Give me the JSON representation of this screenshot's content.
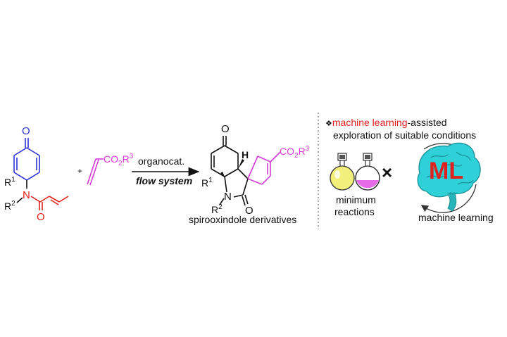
{
  "colors": {
    "ink": "#111111",
    "blue": "#2a2fd6",
    "red": "#e0201c",
    "magenta": "#d63bd6",
    "flask_yellow": "#f2f07a",
    "flask_pink": "#e56be8",
    "brain": "#2fd0d8",
    "ml_text": "#e0201c",
    "divider": "#7a7a7a"
  },
  "reactant1": {
    "carbonyl_o": "O",
    "r1": "R",
    "r1_sup": "1",
    "n": "N",
    "r2": "R",
    "r2_sup": "2",
    "amide_o": "O"
  },
  "plus": "+",
  "reactant2": {
    "ester": "CO",
    "ester_sub": "2",
    "ester_r": "R",
    "ester_sup": "3"
  },
  "arrow": {
    "above": "organocat.",
    "below": "flow system"
  },
  "product": {
    "ketone_o": "O",
    "h": "H",
    "r1": "R",
    "r1_sup": "1",
    "n": "N",
    "r2": "R",
    "r2_sup": "2",
    "lactam_o": "O",
    "ester": "CO",
    "ester_sub": "2",
    "ester_r": "R",
    "ester_sup": "3",
    "caption": "spirooxindole derivatives"
  },
  "right_panel": {
    "bullet": "❖",
    "highlight": "machine learning",
    "rest_line1": "-assisted",
    "line2": "exploration of suitable conditions",
    "times": "×",
    "flasks_label_1": "minimum",
    "flasks_label_2": "reactions",
    "brain_text": "ML",
    "brain_label": "machine learning",
    "flask_icon": "flask-icon",
    "brain_icon": "brain-icon",
    "cycle_icon": "cycle-arrows-icon"
  }
}
